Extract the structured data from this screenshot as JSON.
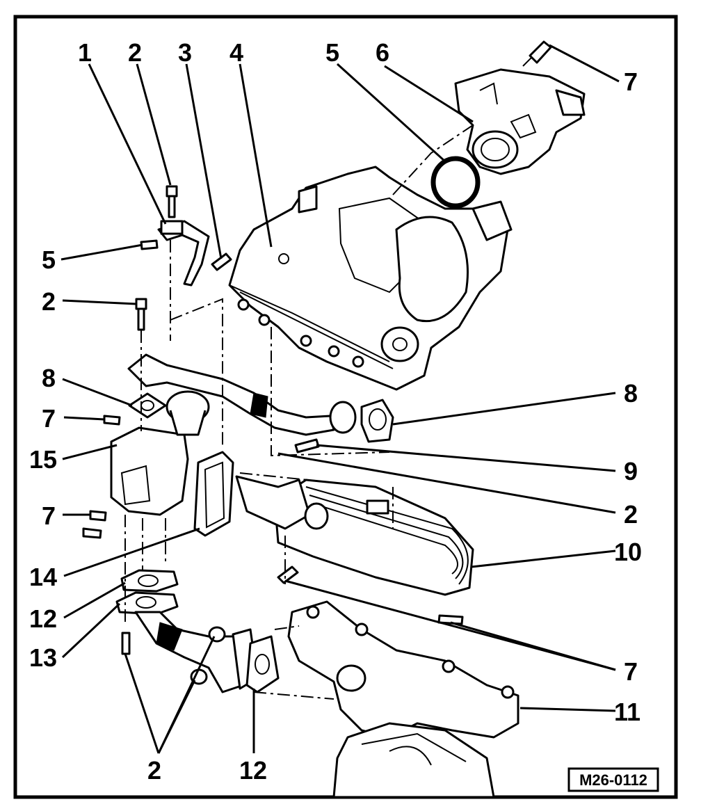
{
  "diagram": {
    "reference_code": "M26-0112",
    "callouts": [
      {
        "id": "c1",
        "text": "1"
      },
      {
        "id": "c2a",
        "text": "2"
      },
      {
        "id": "c3",
        "text": "3"
      },
      {
        "id": "c4",
        "text": "4"
      },
      {
        "id": "c5a",
        "text": "5"
      },
      {
        "id": "c6",
        "text": "6"
      },
      {
        "id": "c7a",
        "text": "7"
      },
      {
        "id": "c5b",
        "text": "5"
      },
      {
        "id": "c2b",
        "text": "2"
      },
      {
        "id": "c8a",
        "text": "8"
      },
      {
        "id": "c8b",
        "text": "8"
      },
      {
        "id": "c7b",
        "text": "7"
      },
      {
        "id": "c15",
        "text": "15"
      },
      {
        "id": "c9",
        "text": "9"
      },
      {
        "id": "c2c",
        "text": "2"
      },
      {
        "id": "c7c",
        "text": "7"
      },
      {
        "id": "c10",
        "text": "10"
      },
      {
        "id": "c14",
        "text": "14"
      },
      {
        "id": "c12a",
        "text": "12"
      },
      {
        "id": "c13",
        "text": "13"
      },
      {
        "id": "c7d",
        "text": "7"
      },
      {
        "id": "c11",
        "text": "11"
      },
      {
        "id": "c2d",
        "text": "2"
      },
      {
        "id": "c12b",
        "text": "12"
      }
    ]
  }
}
